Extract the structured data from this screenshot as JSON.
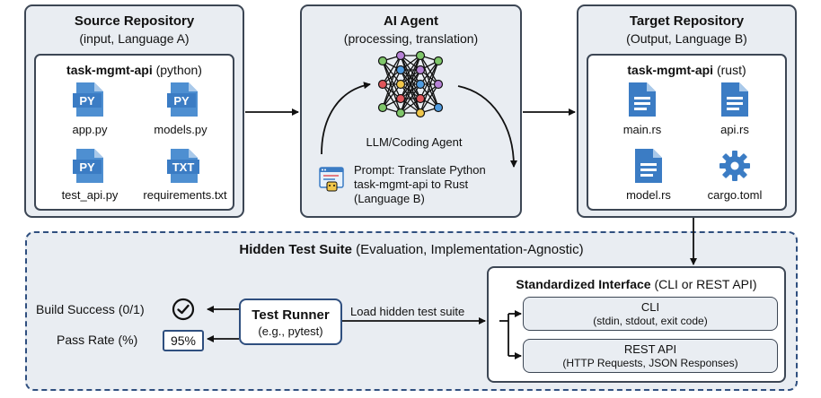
{
  "source": {
    "title": "Source Repository",
    "subtitle": "(input, Language A)",
    "repo_name": "task-mgmt-api",
    "repo_lang": "(python)",
    "files": [
      {
        "badge": "PY",
        "name": "app.py"
      },
      {
        "badge": "PY",
        "name": "models.py"
      },
      {
        "badge": "PY",
        "name": "test_api.py"
      },
      {
        "badge": "TXT",
        "name": "requirements.txt"
      }
    ]
  },
  "agent": {
    "title": "AI Agent",
    "subtitle": "(processing, translation)",
    "model_label": "LLM/Coding Agent",
    "prompt_lines": [
      "Prompt: Translate Python",
      "task-mgmt-api to Rust",
      "(Language B)"
    ]
  },
  "target": {
    "title": "Target Repository",
    "subtitle": "(Output, Language B)",
    "repo_name": "task-mgmt-api",
    "repo_lang": "(rust)",
    "files": [
      {
        "name": "main.rs"
      },
      {
        "name": "api.rs"
      },
      {
        "name": "model.rs"
      },
      {
        "name": "cargo.toml"
      }
    ]
  },
  "hidden": {
    "title": "Hidden Test Suite",
    "title_suffix": "(Evaluation, Implementation-Agnostic)",
    "runner_title": "Test Runner",
    "runner_sub": "(e.g., pytest)",
    "load_label": "Load hidden test suite",
    "build_label": "Build Success (0/1)",
    "pass_label": "Pass Rate (%)",
    "pass_value": "95%",
    "interface_title": "Standardized Interface",
    "interface_suffix": "(CLI or REST API)",
    "cli_title": "CLI",
    "cli_sub": "(stdin, stdout, exit code)",
    "rest_title": "REST API",
    "rest_sub": "(HTTP Requests, JSON Responses)"
  },
  "colors": {
    "file_blue": "#3b7cc4",
    "border": "#3c4654",
    "panel_bg": "#e9edf2",
    "dashed_border": "#2f4f7f"
  }
}
